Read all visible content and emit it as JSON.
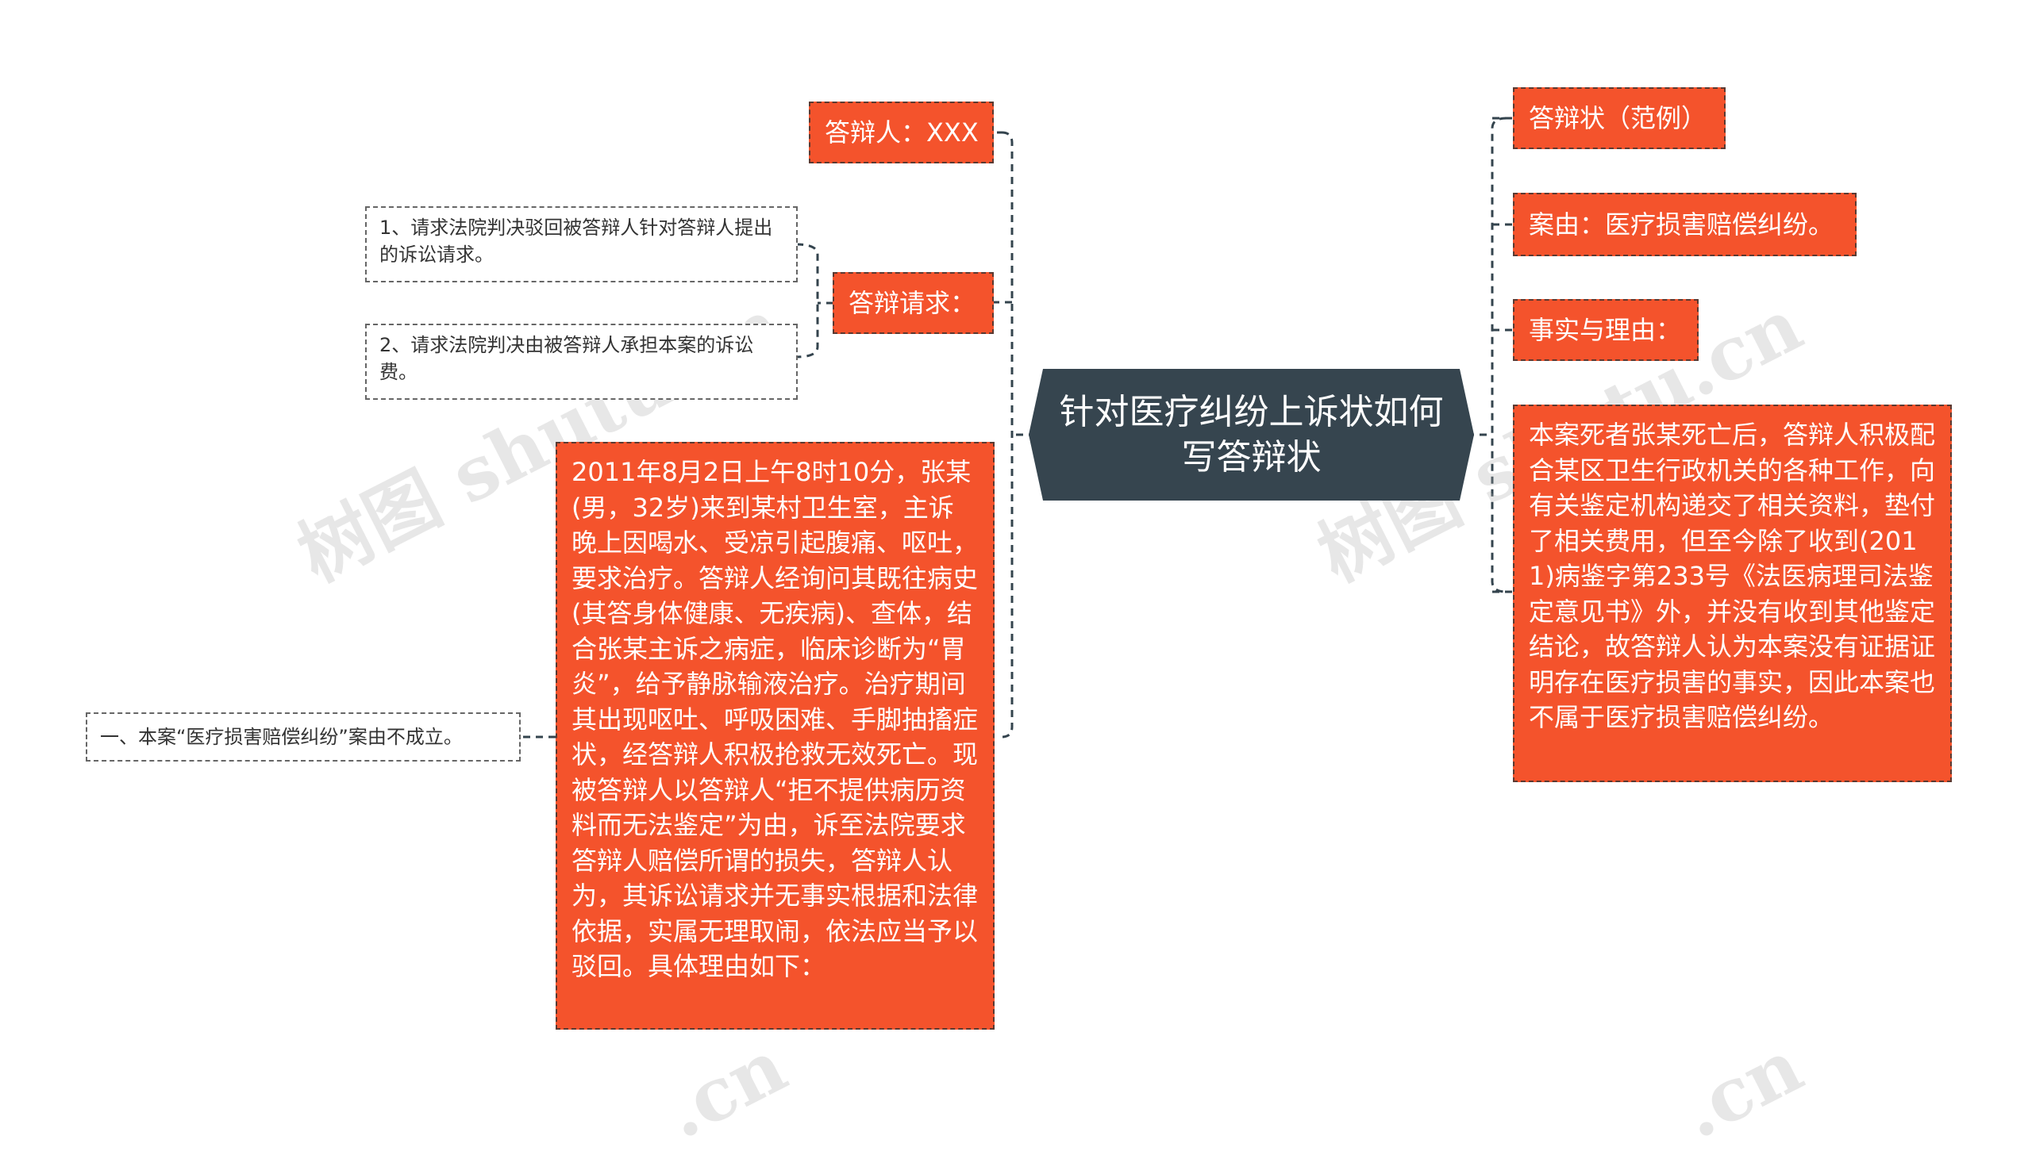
{
  "center": {
    "text": "针对医疗纠纷上诉状如何写答辩状"
  },
  "left": {
    "respondent": "答辩人：XXX",
    "request_label": "答辩请求：",
    "request_items": [
      "1、请求法院判决驳回被答辩人针对答辩人提出的诉讼请求。",
      "2、请求法院判决由被答辩人承担本案的诉讼费。"
    ],
    "narrative": "2011年8月2日上午8时10分，张某(男，32岁)来到某村卫生室，主诉晚上因喝水、受凉引起腹痛、呕吐，要求治疗。答辩人经询问其既往病史(其答身体健康、无疾病)、查体，结合张某主诉之病症，临床诊断为“胃炎”，给予静脉输液治疗。治疗期间其出现呕吐、呼吸困难、手脚抽搐症状，经答辩人积极抢救无效死亡。现被答辩人以答辩人“拒不提供病历资料而无法鉴定”为由，诉至法院要求答辩人赔偿所谓的损失，答辩人认为，其诉讼请求并无事实根据和法律依据，实属无理取闹，依法应当予以驳回。具体理由如下：",
    "reason_one": "一、本案“医疗损害赔偿纠纷”案由不成立。"
  },
  "right": {
    "title": "答辩状（范例）",
    "cause": "案由：医疗损害赔偿纠纷。",
    "facts_label": "事实与理由：",
    "facts": "本案死者张某死亡后，答辩人积极配合某区卫生行政机关的各种工作，向有关鉴定机构递交了相关资料，垫付了相关费用，但至今除了收到(2011)病鉴字第233号《法医病理司法鉴定意见书》外，并没有收到其他鉴定结论，故答辩人认为本案没有证据证明存在医疗损害的事实，因此本案也不属于医疗损害赔偿纠纷。"
  },
  "watermarks": [
    "树图 shutu.cn",
    "树图 shutu.cn",
    ".cn",
    ".cn"
  ],
  "colors": {
    "node": "#f4532c",
    "center": "#36454f",
    "line": "#34444e"
  }
}
